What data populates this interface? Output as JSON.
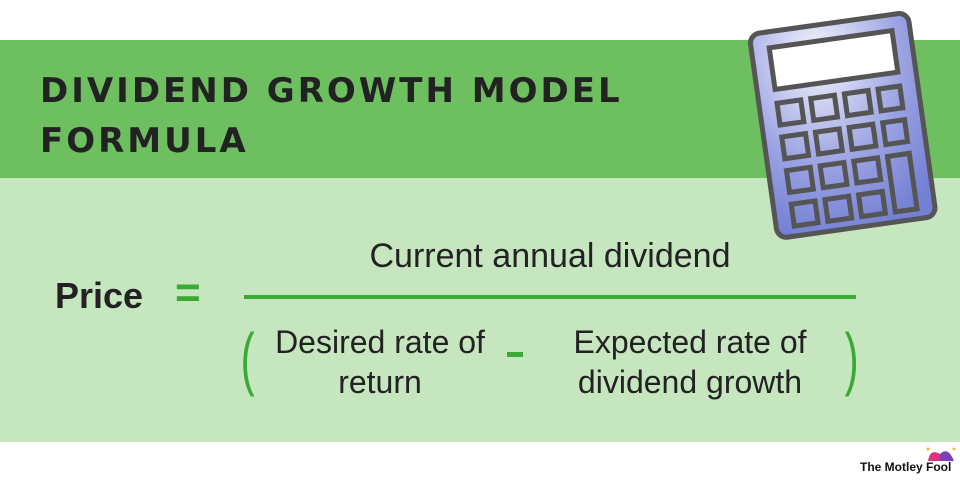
{
  "title": "Dividend Growth Model Formula",
  "formula": {
    "lhs": "Price",
    "equals": "=",
    "numerator": "Current annual dividend",
    "left_paren": "(",
    "right_paren": ")",
    "denominator_term1": "Desired rate of return",
    "minus": "-",
    "denominator_term2": "Expected rate of dividend growth"
  },
  "logo": {
    "text": "The Motley Fool"
  },
  "colors": {
    "header_green": "#6dbf5f",
    "body_green": "#c6e6bf",
    "accent": "#3aaa35",
    "calculator": "#7b86d6"
  }
}
